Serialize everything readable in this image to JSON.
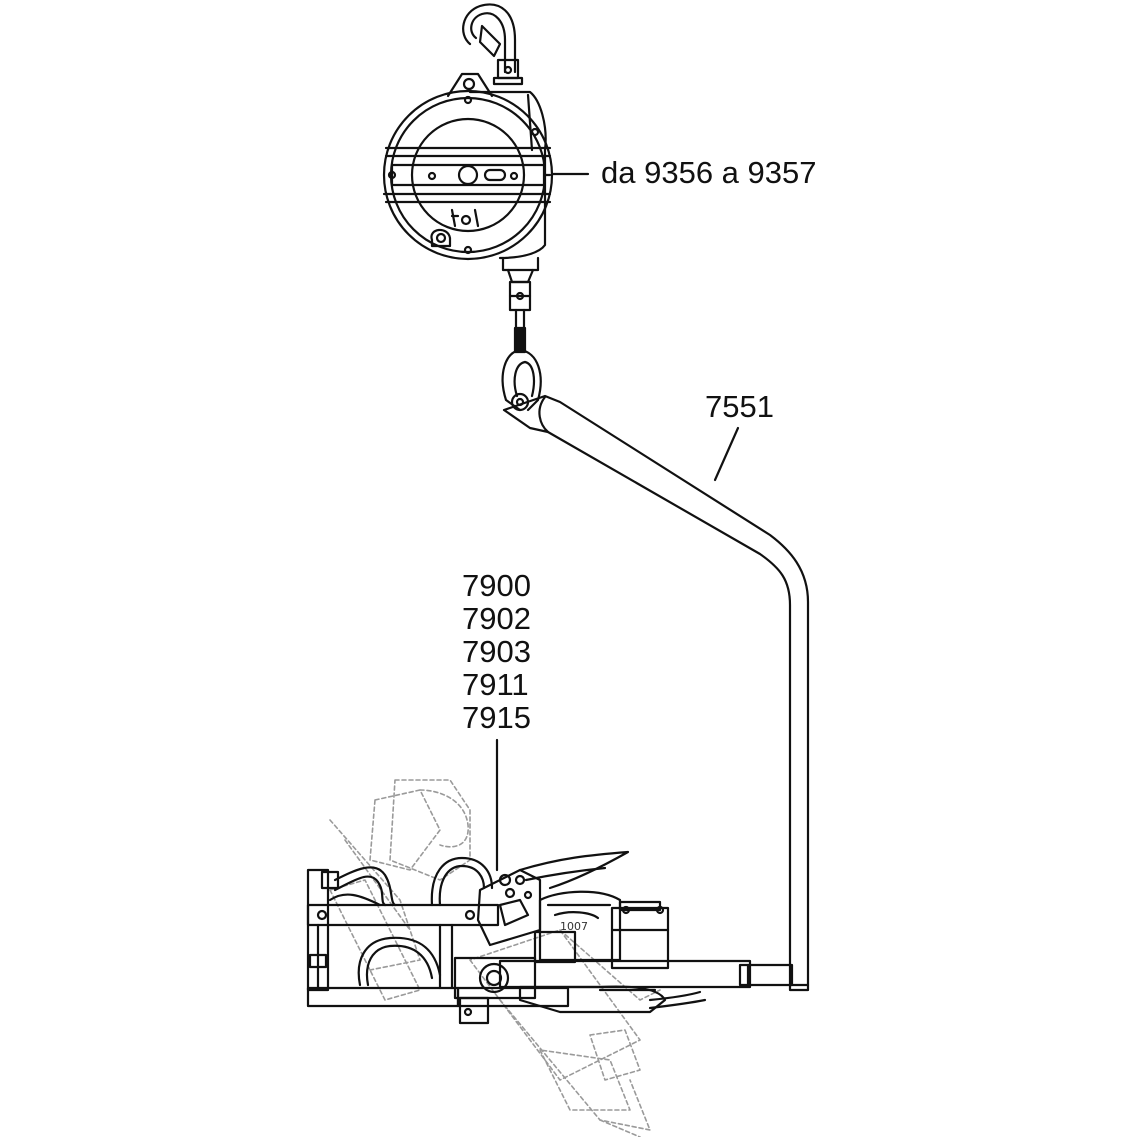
{
  "labels": {
    "balancer": "da 9356 a 9357",
    "arm": "7551",
    "tool_codes": [
      "7900",
      "7902",
      "7903",
      "7911",
      "7915"
    ]
  },
  "colors": {
    "line": "#111111",
    "ghost": "#9a9a9a",
    "background": "#ffffff"
  }
}
